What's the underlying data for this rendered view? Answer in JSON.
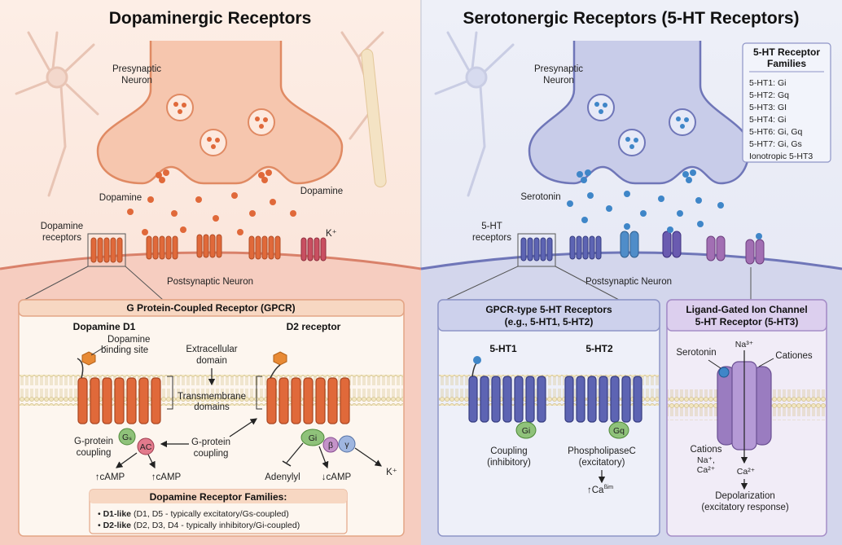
{
  "left": {
    "title": "Dopaminergic Receptors",
    "presynaptic": [
      "Presynaptic",
      "Neuron"
    ],
    "dopamine_left": "Dopamine",
    "dopamine_right": "Dopamine",
    "receptors_label": [
      "Dopamine",
      "receptors"
    ],
    "potassium": "K⁺",
    "postsynaptic": "Postsynaptic Neuron",
    "gpcr_header": "G Protein-Coupled Receptor (GPCR)",
    "d1_title": "Dopamine D1",
    "d2_title": "D2 receptor",
    "binding_site": [
      "Dopamine",
      "binding site"
    ],
    "extracellular": [
      "Extracellular",
      "domain"
    ],
    "transmembrane": [
      "Transmembrane",
      "domains"
    ],
    "coupling_left": [
      "G-protein",
      "coupling"
    ],
    "coupling_mid": [
      "G-protein",
      "coupling"
    ],
    "gs": "Gₛ",
    "ac": "AC",
    "gi": "Gi",
    "beta": "β",
    "gamma": "γ",
    "camp1": "↑cAMP",
    "camp2": "↑cAMP",
    "adenylyl": "Adenylyl",
    "camp_down": "↓cAMP",
    "k_out": "K⁺",
    "families_title": "Dopamine Receptor Families:",
    "families": [
      {
        "bold": "D1-like",
        "text": " (D1, D5 - typically excitatory/Gs-coupled)"
      },
      {
        "bold": "D2-like",
        "text": " (D2, D3, D4 - typically inhibitory/Gi-coupled)"
      }
    ]
  },
  "right": {
    "title": "Serotonergic Receptors (5-HT Receptors)",
    "presynaptic": [
      "Presynaptic",
      "Neuron"
    ],
    "serotonin": "Serotonin",
    "receptors_label": [
      "5-HT",
      "receptors"
    ],
    "postsynaptic": "Postsynaptic Neuron",
    "families_box": {
      "title": [
        "5-HT Receptor",
        "Families"
      ],
      "items": [
        "5-HT1: Gi",
        "5-HT2: Gq",
        "5-HT3: GI",
        "5-HT4: Gi",
        "5-HT6: Gi, Gq",
        "5-HT7: Gi, Gs",
        "Ionotropic 5-HT3"
      ]
    },
    "gpcr_header": [
      "GPCR-type 5-HT Receptors",
      "(e.g., 5-HT1, 5-HT2)"
    ],
    "ht1": "5-HT1",
    "ht2": "5-HT2",
    "gi": "Gi",
    "gq": "Gq",
    "coupling": [
      "Coupling",
      "(inhibitory)"
    ],
    "plc": [
      "PhospholipaseC",
      "(excitatory)"
    ],
    "ca_up": "↑Ca",
    "ca_up_sup": "ßim",
    "ion_header": [
      "Ligand-Gated Ion Channel",
      "5-HT Receptor (5-HT3)"
    ],
    "ion_serotonin": "Serotonin",
    "na_top": "Na³⁺",
    "cationes": "Cationes",
    "cations": [
      "Cations",
      "Na⁺,",
      "Ca²⁺"
    ],
    "ca_bottom": "Ca²⁺",
    "depol": [
      "Depolarization",
      "(excitatory response)"
    ]
  },
  "colors": {
    "dopamine_receptor": "#e0693a",
    "serotonin_receptor": "#5d64b3",
    "ion_channel": "#9a7cc0",
    "left_bg": "#fbe7dc",
    "right_bg": "#e6e9f5"
  }
}
